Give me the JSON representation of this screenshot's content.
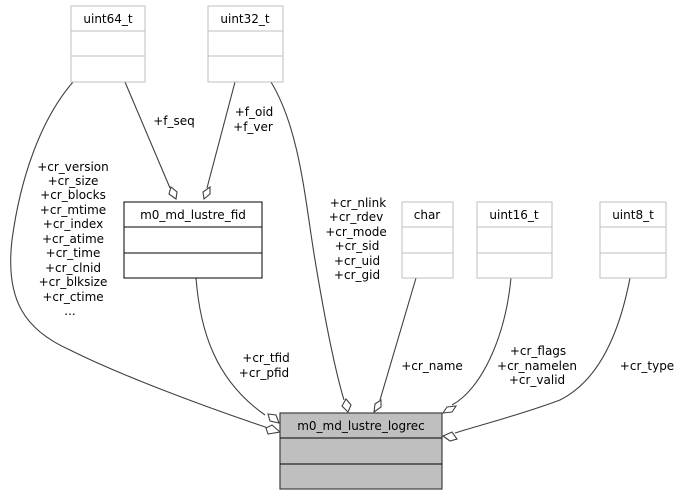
{
  "diagram": {
    "title": "m0_md_lustre_logrec collaboration diagram",
    "nodes": {
      "uint64": {
        "label": "uint64_t",
        "style": "external"
      },
      "uint32": {
        "label": "uint32_t",
        "style": "external"
      },
      "fid": {
        "label": "m0_md_lustre_fid",
        "style": "class"
      },
      "char": {
        "label": "char",
        "style": "external"
      },
      "uint16": {
        "label": "uint16_t",
        "style": "external"
      },
      "uint8": {
        "label": "uint8_t",
        "style": "external"
      },
      "logrec": {
        "label": "m0_md_lustre_logrec",
        "style": "focus"
      }
    },
    "edges": {
      "uint64_to_logrec": {
        "from": "uint64_t",
        "to": "m0_md_lustre_logrec",
        "labels": [
          "+cr_version",
          "+cr_size",
          "+cr_blocks",
          "+cr_mtime",
          "+cr_index",
          "+cr_atime",
          "+cr_time",
          "+cr_clnid",
          "+cr_blksize",
          "+cr_ctime",
          "..."
        ]
      },
      "uint64_to_fid": {
        "from": "uint64_t",
        "to": "m0_md_lustre_fid",
        "labels": [
          "+f_seq"
        ]
      },
      "uint32_to_fid": {
        "from": "uint32_t",
        "to": "m0_md_lustre_fid",
        "labels": [
          "+f_oid",
          "+f_ver"
        ]
      },
      "uint32_to_logrec": {
        "from": "uint32_t",
        "to": "m0_md_lustre_logrec",
        "labels": [
          "+cr_nlink",
          "+cr_rdev",
          "+cr_mode",
          "+cr_sid",
          "+cr_uid",
          "+cr_gid"
        ]
      },
      "fid_to_logrec": {
        "from": "m0_md_lustre_fid",
        "to": "m0_md_lustre_logrec",
        "labels": [
          "+cr_tfid",
          "+cr_pfid"
        ]
      },
      "char_to_logrec": {
        "from": "char",
        "to": "m0_md_lustre_logrec",
        "labels": [
          "+cr_name"
        ]
      },
      "uint16_to_logrec": {
        "from": "uint16_t",
        "to": "m0_md_lustre_logrec",
        "labels": [
          "+cr_flags",
          "+cr_namelen",
          "+cr_valid"
        ]
      },
      "uint8_to_logrec": {
        "from": "uint8_t",
        "to": "m0_md_lustre_logrec",
        "labels": [
          "+cr_type"
        ]
      }
    },
    "colors": {
      "external_border": "#bfbfbf",
      "class_border": "#000000",
      "focus_fill": "#bfbfbf",
      "focus_border": "#404040",
      "edge": "#404040"
    }
  }
}
